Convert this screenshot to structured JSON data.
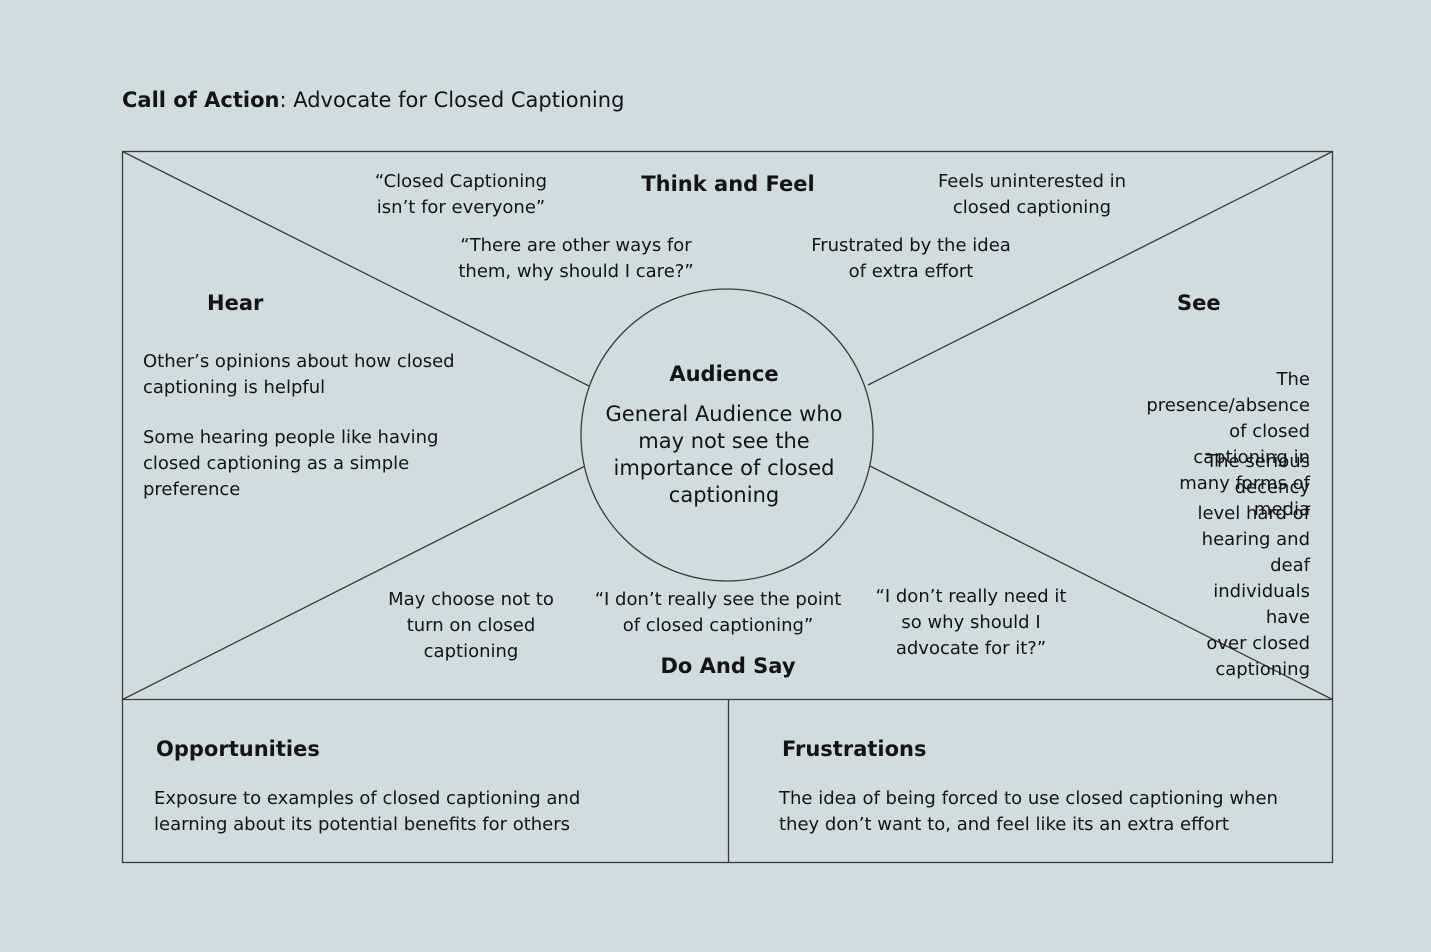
{
  "header": {
    "title_bold": "Call of Action",
    "title_rest": ": Advocate for Closed Captioning"
  },
  "think_feel": {
    "heading": "Think and Feel",
    "items": [
      "“Closed Captioning\nisn’t for everyone”",
      "“There are other ways for\nthem, why should I care?”",
      "Feels uninterested in\nclosed captioning",
      "Frustrated by the idea\nof extra effort"
    ]
  },
  "hear": {
    "heading": "Hear",
    "items": [
      "Other’s opinions about how closed\ncaptioning is helpful",
      "Some hearing people like having\nclosed captioning as a simple\npreference"
    ]
  },
  "see": {
    "heading": "See",
    "items": [
      "The presence/absence of closed\ncaptioning in many forms of media",
      "The serious decency level hard of\nhearing and deaf individuals have\nover closed captioning"
    ]
  },
  "do_say": {
    "heading": "Do And Say",
    "items": [
      "May choose not to\nturn on closed\ncaptioning",
      "“I don’t really see the point\nof closed captioning”",
      "“I don’t really need it\nso why should I\nadvocate for it?”"
    ]
  },
  "audience": {
    "heading": "Audience",
    "text": "General Audience who\nmay not see the\nimportance of closed\ncaptioning"
  },
  "opportunities": {
    "heading": "Opportunities",
    "text": "Exposure to examples of closed captioning and\nlearning about its potential benefits for others"
  },
  "frustrations": {
    "heading": "Frustrations",
    "text": "The idea of being forced to use closed captioning when\nthey don’t want to, and feel like its an extra effort"
  },
  "colors": {
    "background": "#cfdde1",
    "line": "#3a3a3a",
    "text": "#141414"
  }
}
